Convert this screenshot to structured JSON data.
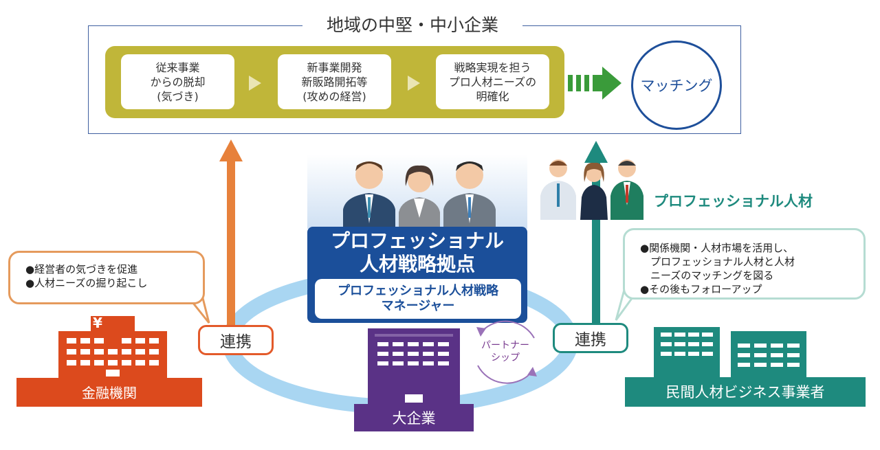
{
  "frame": {
    "title": "地域の中堅・中小企業"
  },
  "steps": [
    {
      "label": "従来事業\nからの脱却\n(気づき)"
    },
    {
      "label": "新事業開発\n新販路開拓等\n(攻めの経営)"
    },
    {
      "label": "戦略実現を担う\nプロ人材ニーズの\n明確化"
    }
  ],
  "matching": {
    "label": "マッチング"
  },
  "hub": {
    "title": "プロフェッショナル\n人材戦略拠点",
    "manager": "プロフェッショナル人材戦略\nマネージャー"
  },
  "left": {
    "bubble": "●経営者の気づきを促進\n●人材ニーズの掘り起こし",
    "renkei": "連携",
    "building_label": "金融機関",
    "yen_symbol": "¥"
  },
  "right": {
    "bubble": "●関係機関・人材市場を活用し、\n　プロフェッショナル人材と人材\n　ニーズのマッチングを図る\n●その後もフォローアップ",
    "renkei": "連携",
    "building_label": "民間人材ビジネス事業者",
    "pro_label": "プロフェッショナル人材"
  },
  "center": {
    "building_label": "大企業",
    "partnership": "パートナー\nシップ"
  },
  "colors": {
    "frame": "#3e5fa0",
    "olive": "#c0b639",
    "hub": "#1b4f9a",
    "orange": "#e7813b",
    "red_building": "#dc4a1d",
    "teal": "#1e8a7e",
    "purple": "#5a3286",
    "ring": "#a9d6f2",
    "green_arrow": "#3a9b3a"
  },
  "icons": [
    "triangle-right-icon",
    "dashed-arrow-right-icon",
    "arrow-up-icon",
    "person-icon",
    "building-icon",
    "cycle-icon"
  ]
}
